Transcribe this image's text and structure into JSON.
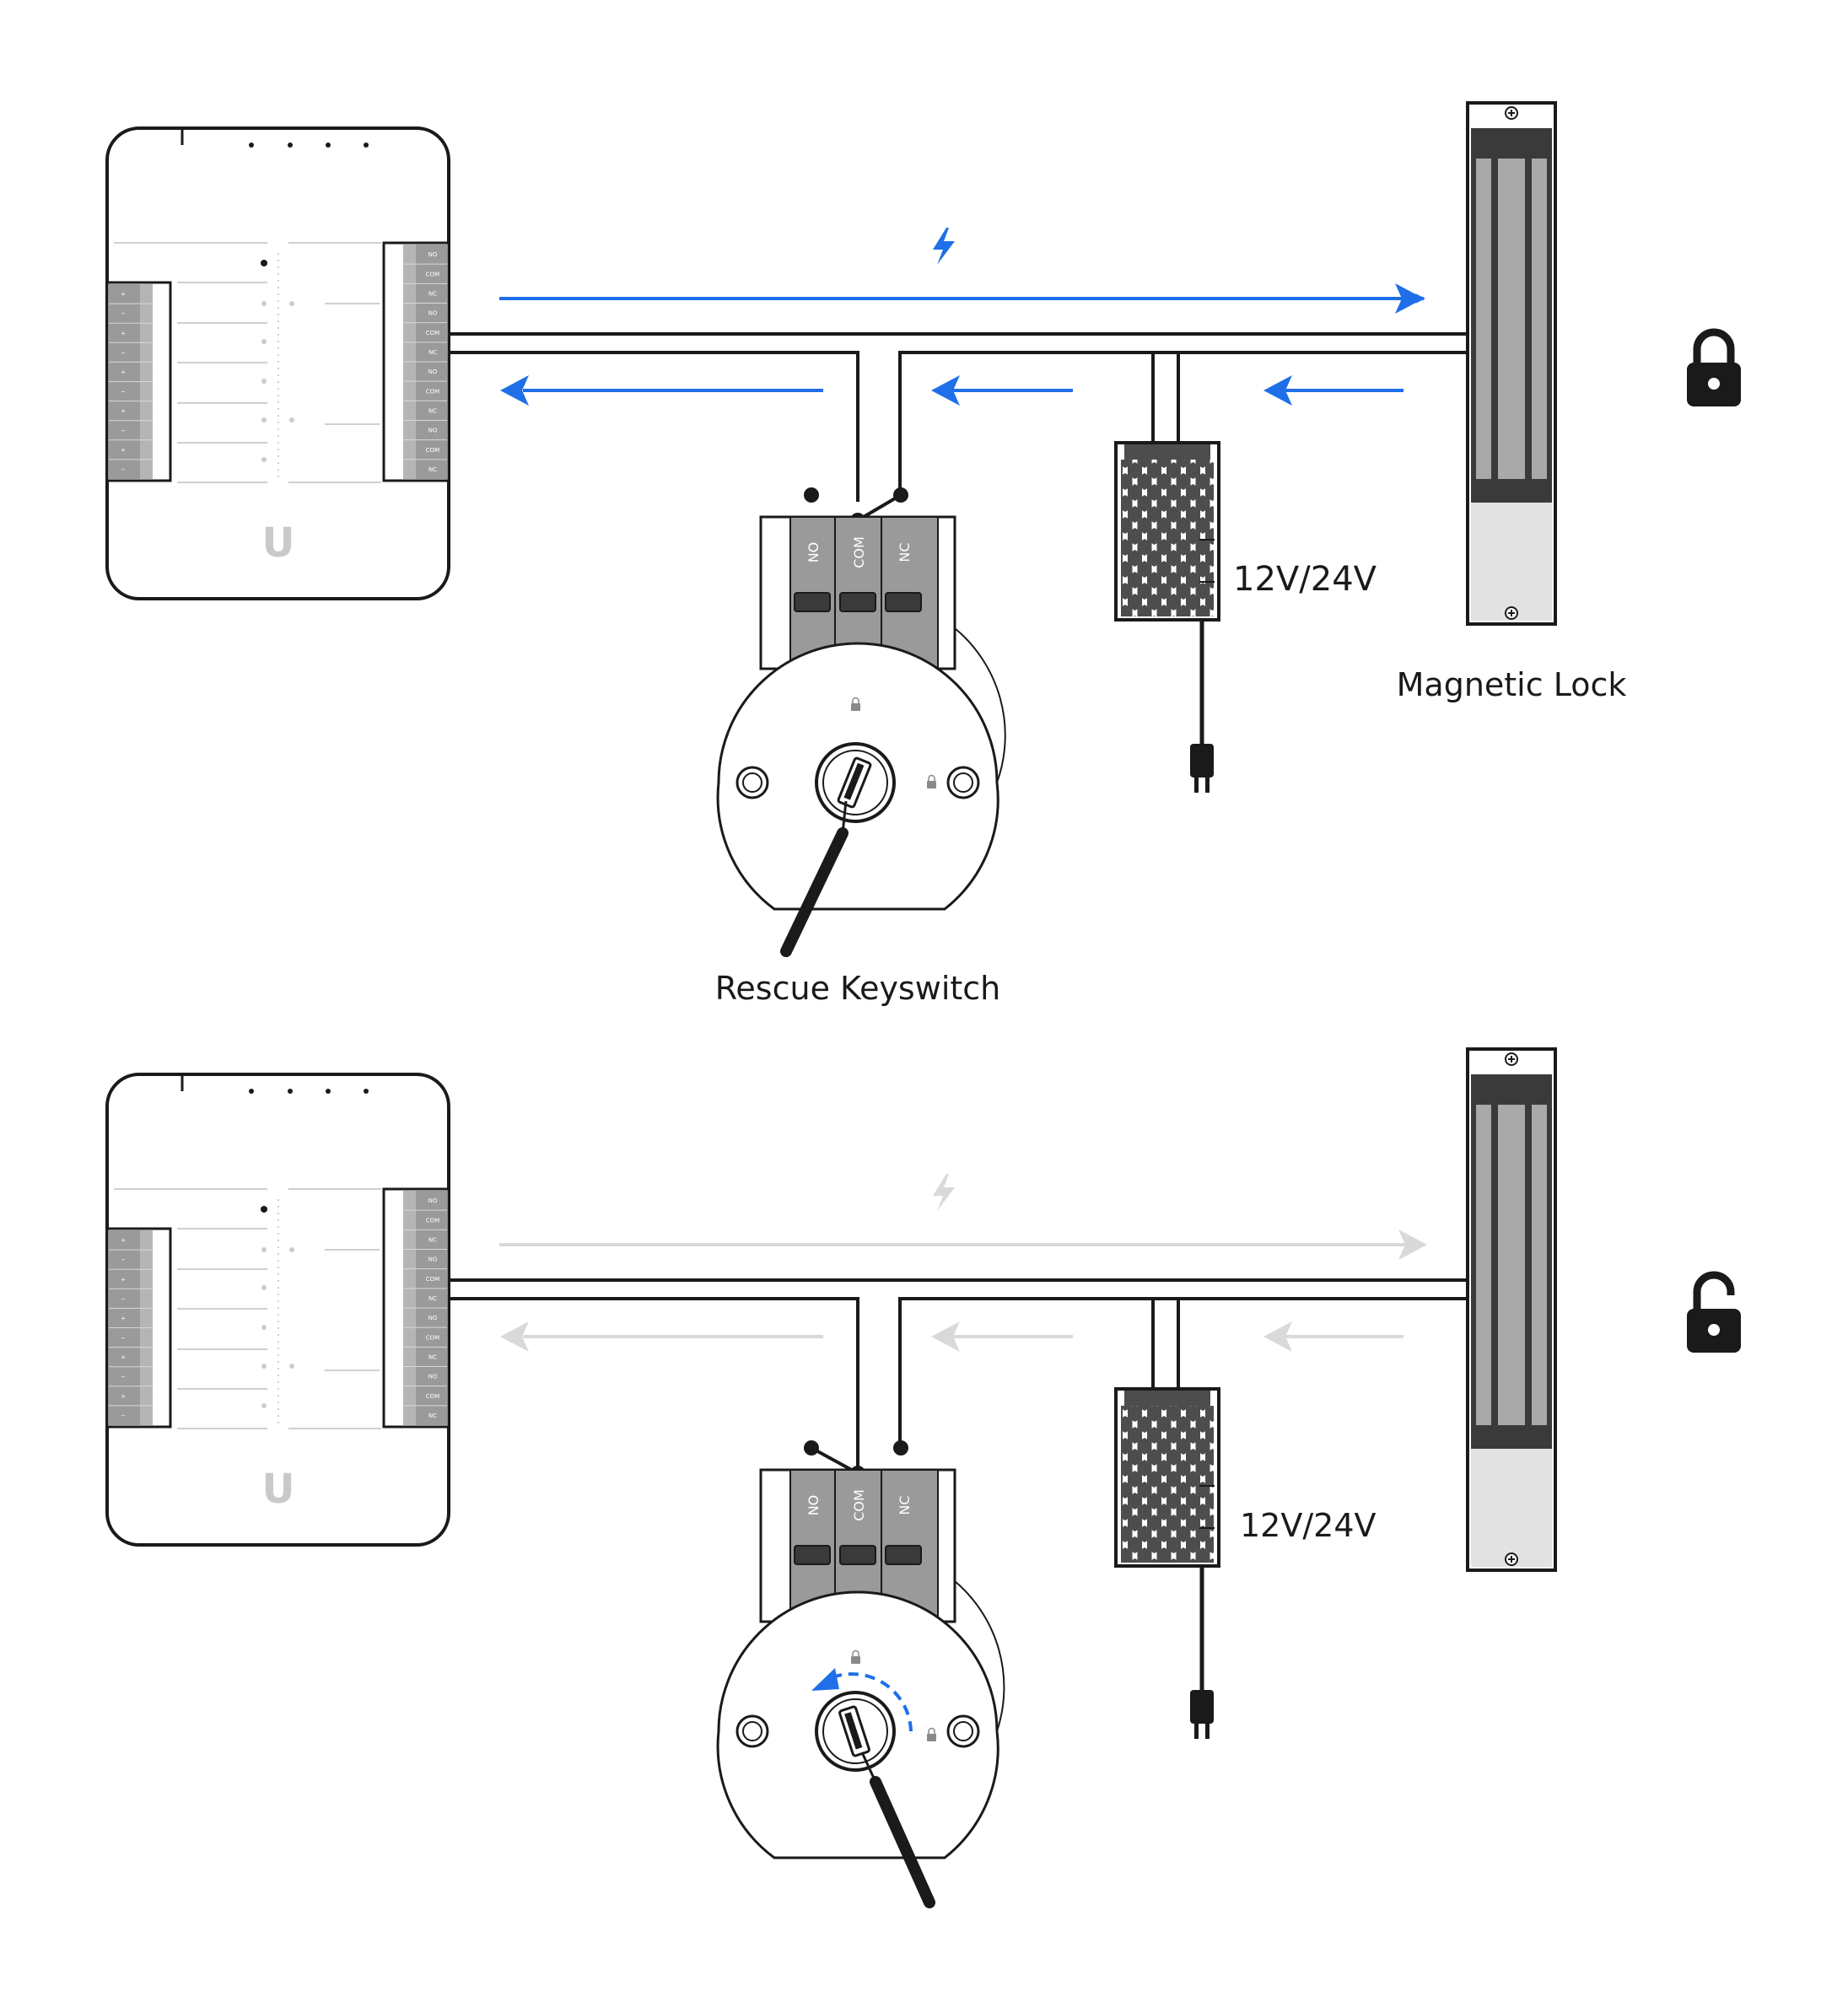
{
  "colors": {
    "current": "#1e6fe8",
    "inactive": "#d9d9d9",
    "outline": "#1a1a1a",
    "terminal_gray": "#9a9a9a",
    "lock_bar": "#a9a9a9",
    "lock_dark": "#3a3a3a",
    "psu_hex": "#4d4d4d"
  },
  "hub": {
    "left_terminals": [
      "+",
      "−",
      "+",
      "−",
      "+",
      "−",
      "+",
      "−",
      "+",
      "−"
    ],
    "right_terminals": [
      "NO",
      "COM",
      "NC",
      "NO",
      "COM",
      "NC",
      "NO",
      "COM",
      "NC",
      "NO",
      "COM",
      "NC"
    ],
    "logo": "U"
  },
  "keyswitch": {
    "label": "Rescue Keyswitch",
    "terminals": [
      "NO",
      "COM",
      "NC"
    ]
  },
  "power_supply": {
    "label_top": "12V/24V",
    "label_bottom": "12V/24V"
  },
  "magnetic_lock": {
    "label": "Magnetic Lock"
  },
  "icons": {
    "top_panel": [
      "lightning-icon",
      "lock-closed-icon"
    ],
    "bottom_panel": [
      "lightning-icon",
      "lock-open-icon",
      "rotate-arrow-icon"
    ]
  }
}
